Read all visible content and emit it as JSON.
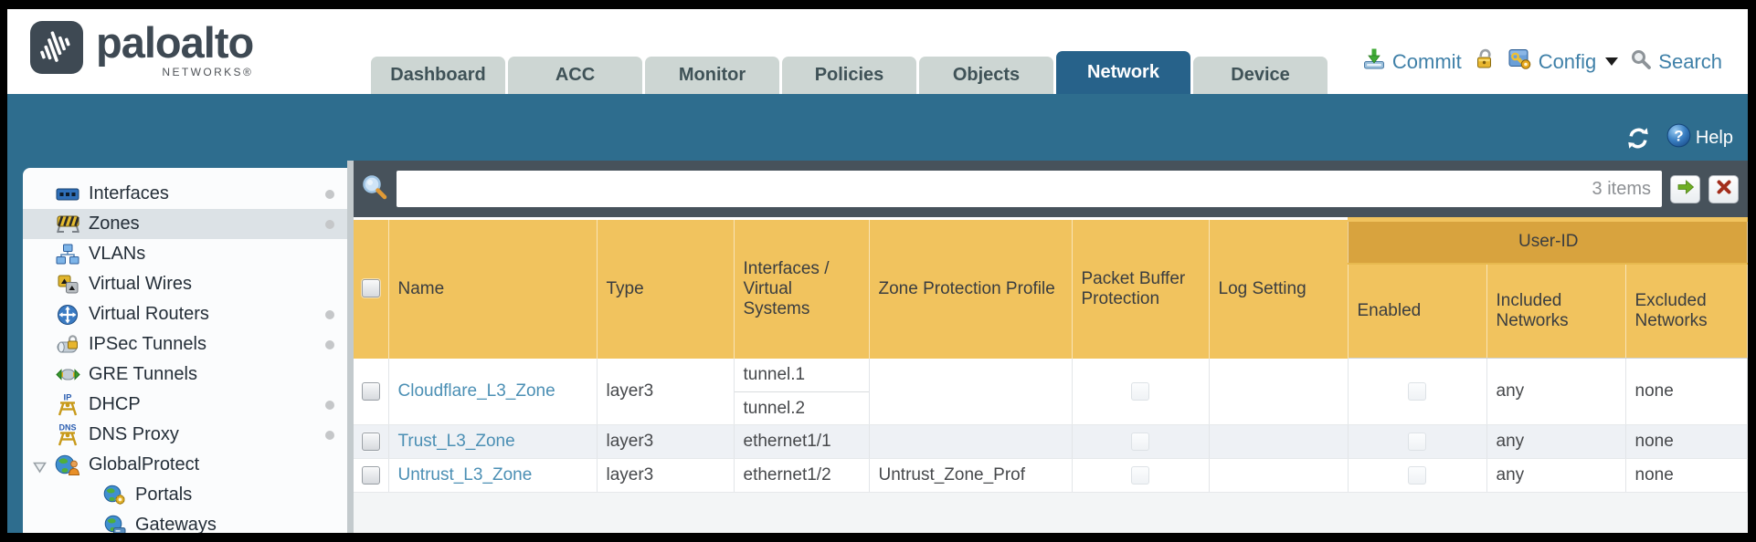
{
  "brand": {
    "name": "paloalto",
    "sub": "NETWORKS®",
    "logo_icon": "paloalto-waves-icon"
  },
  "nav": {
    "tabs": [
      {
        "label": "Dashboard",
        "active": false
      },
      {
        "label": "ACC",
        "active": false
      },
      {
        "label": "Monitor",
        "active": false
      },
      {
        "label": "Policies",
        "active": false
      },
      {
        "label": "Objects",
        "active": false
      },
      {
        "label": "Network",
        "active": true
      },
      {
        "label": "Device",
        "active": false
      }
    ]
  },
  "toolbar": {
    "commit_label": "Commit",
    "commit_icon": "commit-download-icon",
    "lock_icon": "unlocked-padlock-icon",
    "config_label": "Config",
    "config_icon": "config-key-icon",
    "config_has_dropdown": true,
    "search_label": "Search",
    "search_icon": "search-icon"
  },
  "utility": {
    "refresh_icon": "refresh-icon",
    "help_icon": "help-icon",
    "help_glyph": "?",
    "help_label": "Help"
  },
  "filter": {
    "value": "",
    "count": "3 items",
    "magnifier_icon": "filter-search-icon",
    "apply_icon": "green-arrow-icon",
    "clear_icon": "red-x-icon"
  },
  "sidebar": {
    "items": [
      {
        "label": "Interfaces",
        "icon": "interfaces-icon",
        "dot": true,
        "selected": false,
        "indent": 0
      },
      {
        "label": "Zones",
        "icon": "zones-icon",
        "dot": true,
        "selected": true,
        "indent": 0
      },
      {
        "label": "VLANs",
        "icon": "vlans-icon",
        "dot": false,
        "selected": false,
        "indent": 0
      },
      {
        "label": "Virtual Wires",
        "icon": "virtual-wires-icon",
        "dot": false,
        "selected": false,
        "indent": 0
      },
      {
        "label": "Virtual Routers",
        "icon": "virtual-routers-icon",
        "dot": true,
        "selected": false,
        "indent": 0
      },
      {
        "label": "IPSec Tunnels",
        "icon": "ipsec-tunnels-icon",
        "dot": true,
        "selected": false,
        "indent": 0
      },
      {
        "label": "GRE Tunnels",
        "icon": "gre-tunnels-icon",
        "dot": false,
        "selected": false,
        "indent": 0
      },
      {
        "label": "DHCP",
        "icon": "dhcp-icon",
        "icon_label": "IP",
        "dot": true,
        "selected": false,
        "indent": 0
      },
      {
        "label": "DNS Proxy",
        "icon": "dns-proxy-icon",
        "icon_label": "DNS",
        "dot": true,
        "selected": false,
        "indent": 0
      },
      {
        "label": "GlobalProtect",
        "icon": "globalprotect-icon",
        "dot": false,
        "selected": false,
        "indent": 0,
        "expanded": true
      },
      {
        "label": "Portals",
        "icon": "portals-icon",
        "dot": false,
        "selected": false,
        "indent": 1
      },
      {
        "label": "Gateways",
        "icon": "gateways-icon",
        "dot": false,
        "selected": false,
        "indent": 1
      }
    ]
  },
  "table": {
    "group_header": "User-ID",
    "columns": [
      "Name",
      "Type",
      "Interfaces / Virtual Systems",
      "Zone Protection Profile",
      "Packet Buffer Protection",
      "Log Setting",
      "Enabled",
      "Included Networks",
      "Excluded Networks"
    ],
    "select_all_checked": false,
    "rows": [
      {
        "selected": false,
        "name": "Cloudflare_L3_Zone",
        "type": "layer3",
        "interfaces": [
          "tunnel.1",
          "tunnel.2"
        ],
        "zone_protection_profile": "",
        "packet_buffer_protection": false,
        "log_setting": "",
        "user_id_enabled": false,
        "included_networks": "any",
        "excluded_networks": "none"
      },
      {
        "selected": false,
        "name": "Trust_L3_Zone",
        "type": "layer3",
        "interfaces": [
          "ethernet1/1"
        ],
        "zone_protection_profile": "",
        "packet_buffer_protection": false,
        "log_setting": "",
        "user_id_enabled": false,
        "included_networks": "any",
        "excluded_networks": "none"
      },
      {
        "selected": false,
        "name": "Untrust_L3_Zone",
        "type": "layer3",
        "interfaces": [
          "ethernet1/2"
        ],
        "zone_protection_profile": "Untrust_Zone_Prof",
        "packet_buffer_protection": false,
        "log_setting": "",
        "user_id_enabled": false,
        "included_networks": "any",
        "excluded_networks": "none"
      }
    ]
  },
  "colors": {
    "teal_band": "#2e6d8e",
    "active_tab": "#27628a",
    "inactive_tab": "#cdd6d3",
    "header_orange": "#f1c35e",
    "user_id_band": "#d8a33e",
    "filter_bar": "#47525b",
    "link_blue": "#4b8fb4",
    "toolbar_blue": "#3f80a8",
    "row_alt": "#eef1f5",
    "frame_black": "#000000"
  }
}
